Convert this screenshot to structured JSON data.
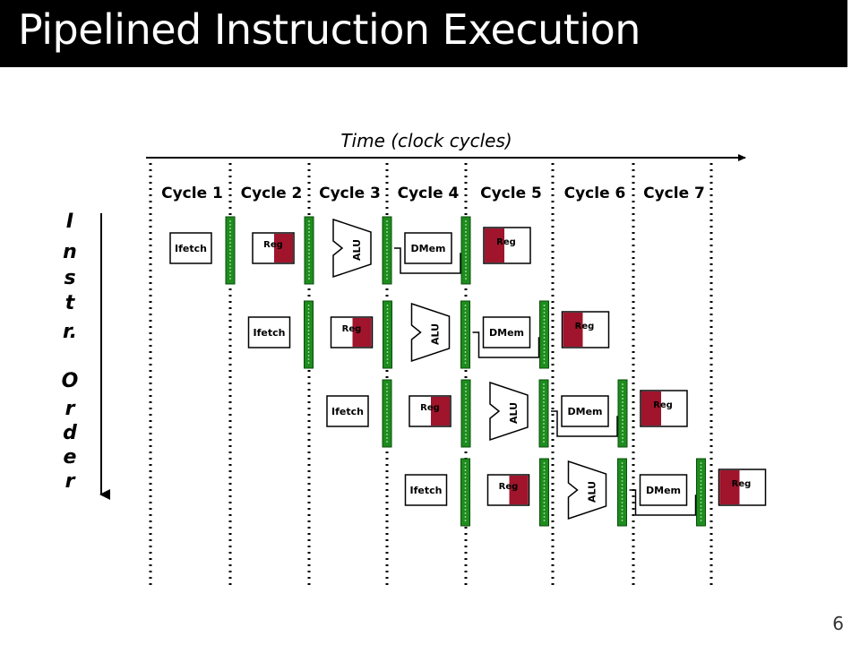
{
  "slide": {
    "title": "Pipelined Instruction Execution",
    "page_number": "6"
  },
  "diagram": {
    "time_label": "Time (clock cycles)",
    "order_label_line1": [
      "I",
      "n",
      "s",
      "t",
      "r."
    ],
    "order_label_line2": [
      "O",
      "r",
      "d",
      "e",
      "r"
    ],
    "cycles": [
      "Cycle 1",
      "Cycle 2",
      "Cycle 3",
      "Cycle 4",
      "Cycle 5",
      "Cycle 6",
      "Cycle 7"
    ],
    "stage_labels": {
      "fetch": "Ifetch",
      "reg": "Reg",
      "alu": "ALU",
      "mem": "DMem",
      "writeback": "Reg"
    },
    "instruction_count": 4,
    "colors": {
      "pipeline_register": "#1e8c1e",
      "register_file_fill": "#a0142c",
      "title_bar": "#000000"
    }
  }
}
